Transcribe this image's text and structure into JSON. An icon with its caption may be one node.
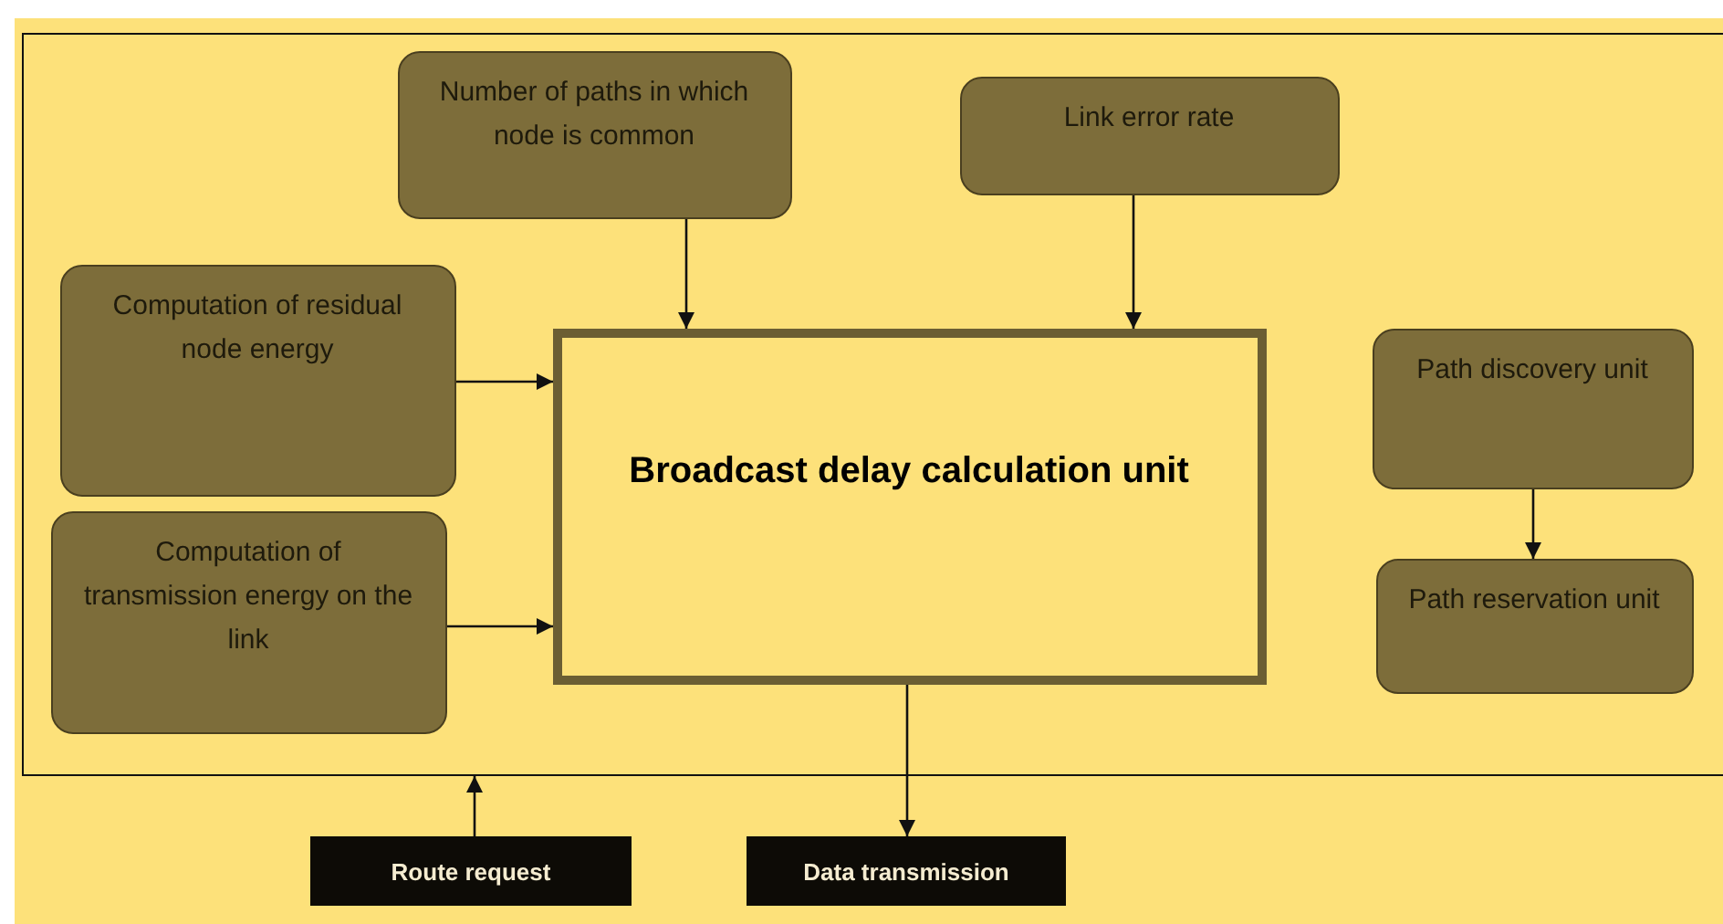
{
  "diagram": {
    "nodes": [
      {
        "text": [],
        "shape": "box"
      },
      {
        "text": [
          "Number of paths in which node is common"
        ],
        "in": 0
      },
      {
        "text": [
          "Link error rate"
        ],
        "in": 0
      },
      {
        "text": [
          "Computation of residual node energy"
        ],
        "in": 0
      },
      {
        "text": [
          "Broadcast delay calculation unit"
        ],
        "in": 0
      },
      {
        "text": [
          "Path discovery unit"
        ],
        "in": 0
      },
      {
        "text": [
          "Computation of transmission energy on the link"
        ],
        "in": 0
      },
      {
        "text": [
          "Path reservation unit"
        ],
        "in": 0
      },
      {
        "text": [
          "Route request"
        ]
      },
      {
        "text": [
          "Data transmission"
        ]
      }
    ],
    "edges": [
      {
        "from": 1,
        "to": 4,
        "arrow": "to"
      },
      {
        "from": 2,
        "to": 4,
        "arrow": "to"
      },
      {
        "from": 3,
        "to": 4,
        "arrow": "to"
      },
      {
        "from": 6,
        "to": 4,
        "arrow": "to"
      },
      {
        "from": 5,
        "to": 7,
        "arrow": "to"
      },
      {
        "from": 8,
        "to": 0,
        "arrow": "to"
      },
      {
        "from": 4,
        "to": 9,
        "arrow": "to"
      }
    ]
  }
}
